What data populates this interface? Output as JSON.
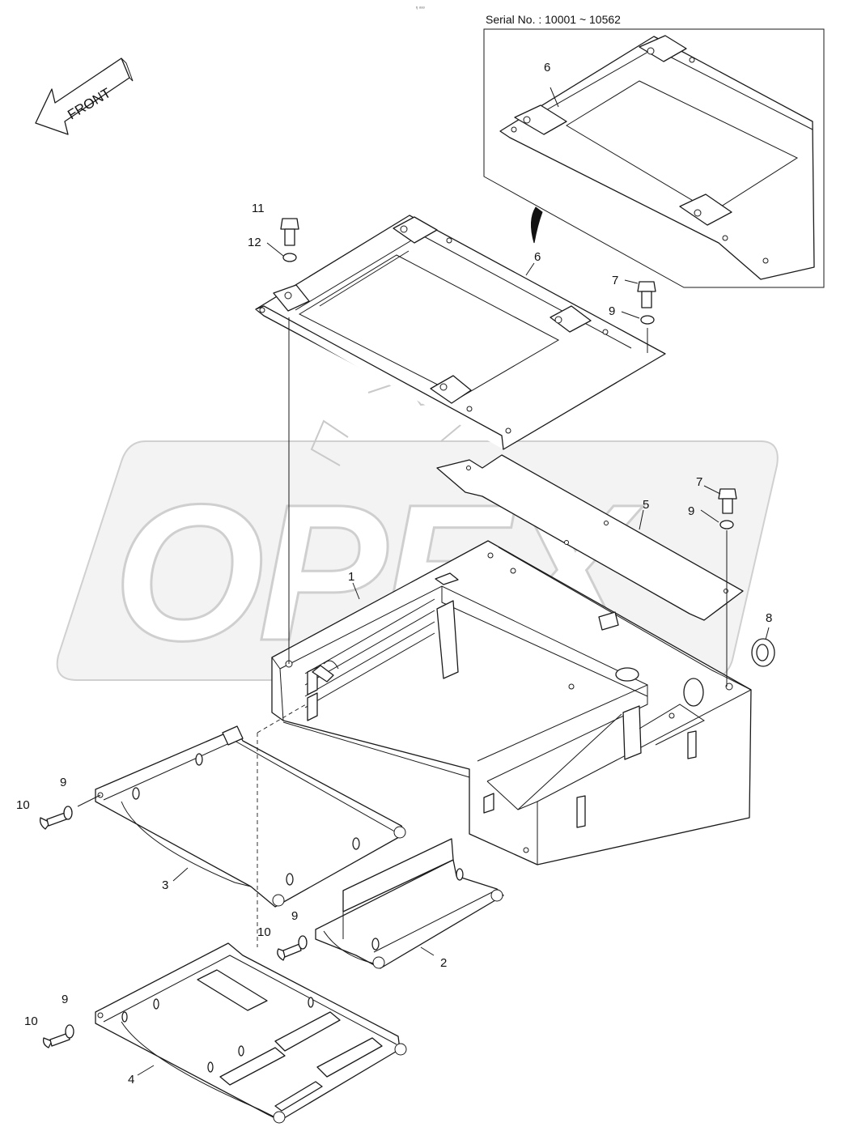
{
  "serial_note": "Serial No. : 10001 ~ 10562",
  "front_label": "FRONT",
  "watermark_text": "OPEX",
  "top_mark": "ᵑ ᵒᵒᵒ",
  "callouts": {
    "c1": "1",
    "c2": "2",
    "c3": "3",
    "c4": "4",
    "c5": "5",
    "c6": "6",
    "c6b": "6",
    "c7a": "7",
    "c7b": "7",
    "c8": "8",
    "c9a": "9",
    "c9b": "9",
    "c9c": "9",
    "c9d": "9",
    "c9e": "9",
    "c10a": "10",
    "c10b": "10",
    "c10c": "10",
    "c11": "11",
    "c12": "12"
  }
}
